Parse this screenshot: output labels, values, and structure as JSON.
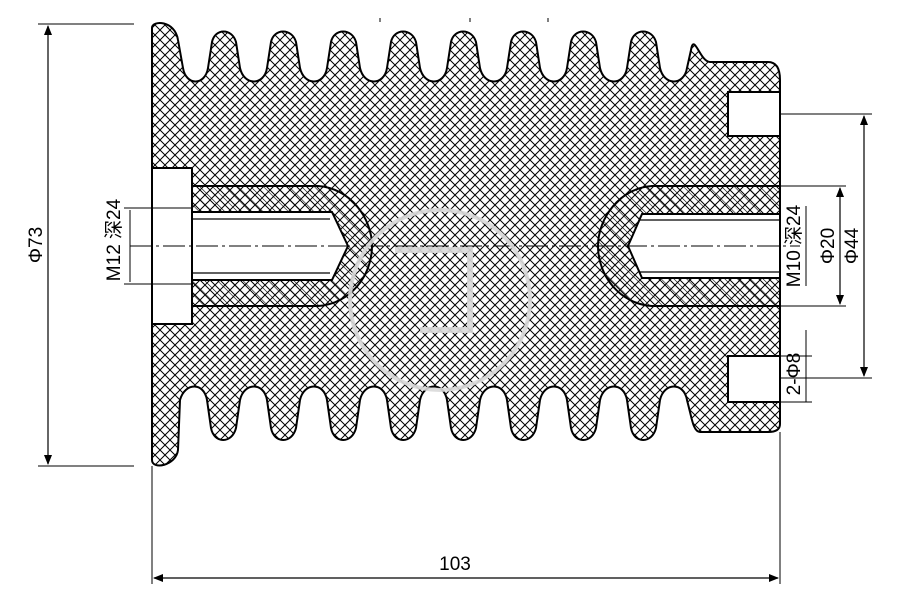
{
  "dimensions": {
    "outer_diameter": "Φ73",
    "length": "103",
    "left_thread": "M12 深24",
    "right_thread": "M10 深24",
    "right_boss_diameter": "Φ20",
    "right_pcd": "Φ44",
    "pin_holes": "2-Φ8"
  },
  "colors": {
    "line": "#000000",
    "background": "#ffffff",
    "watermark": "#d9d9d9"
  }
}
